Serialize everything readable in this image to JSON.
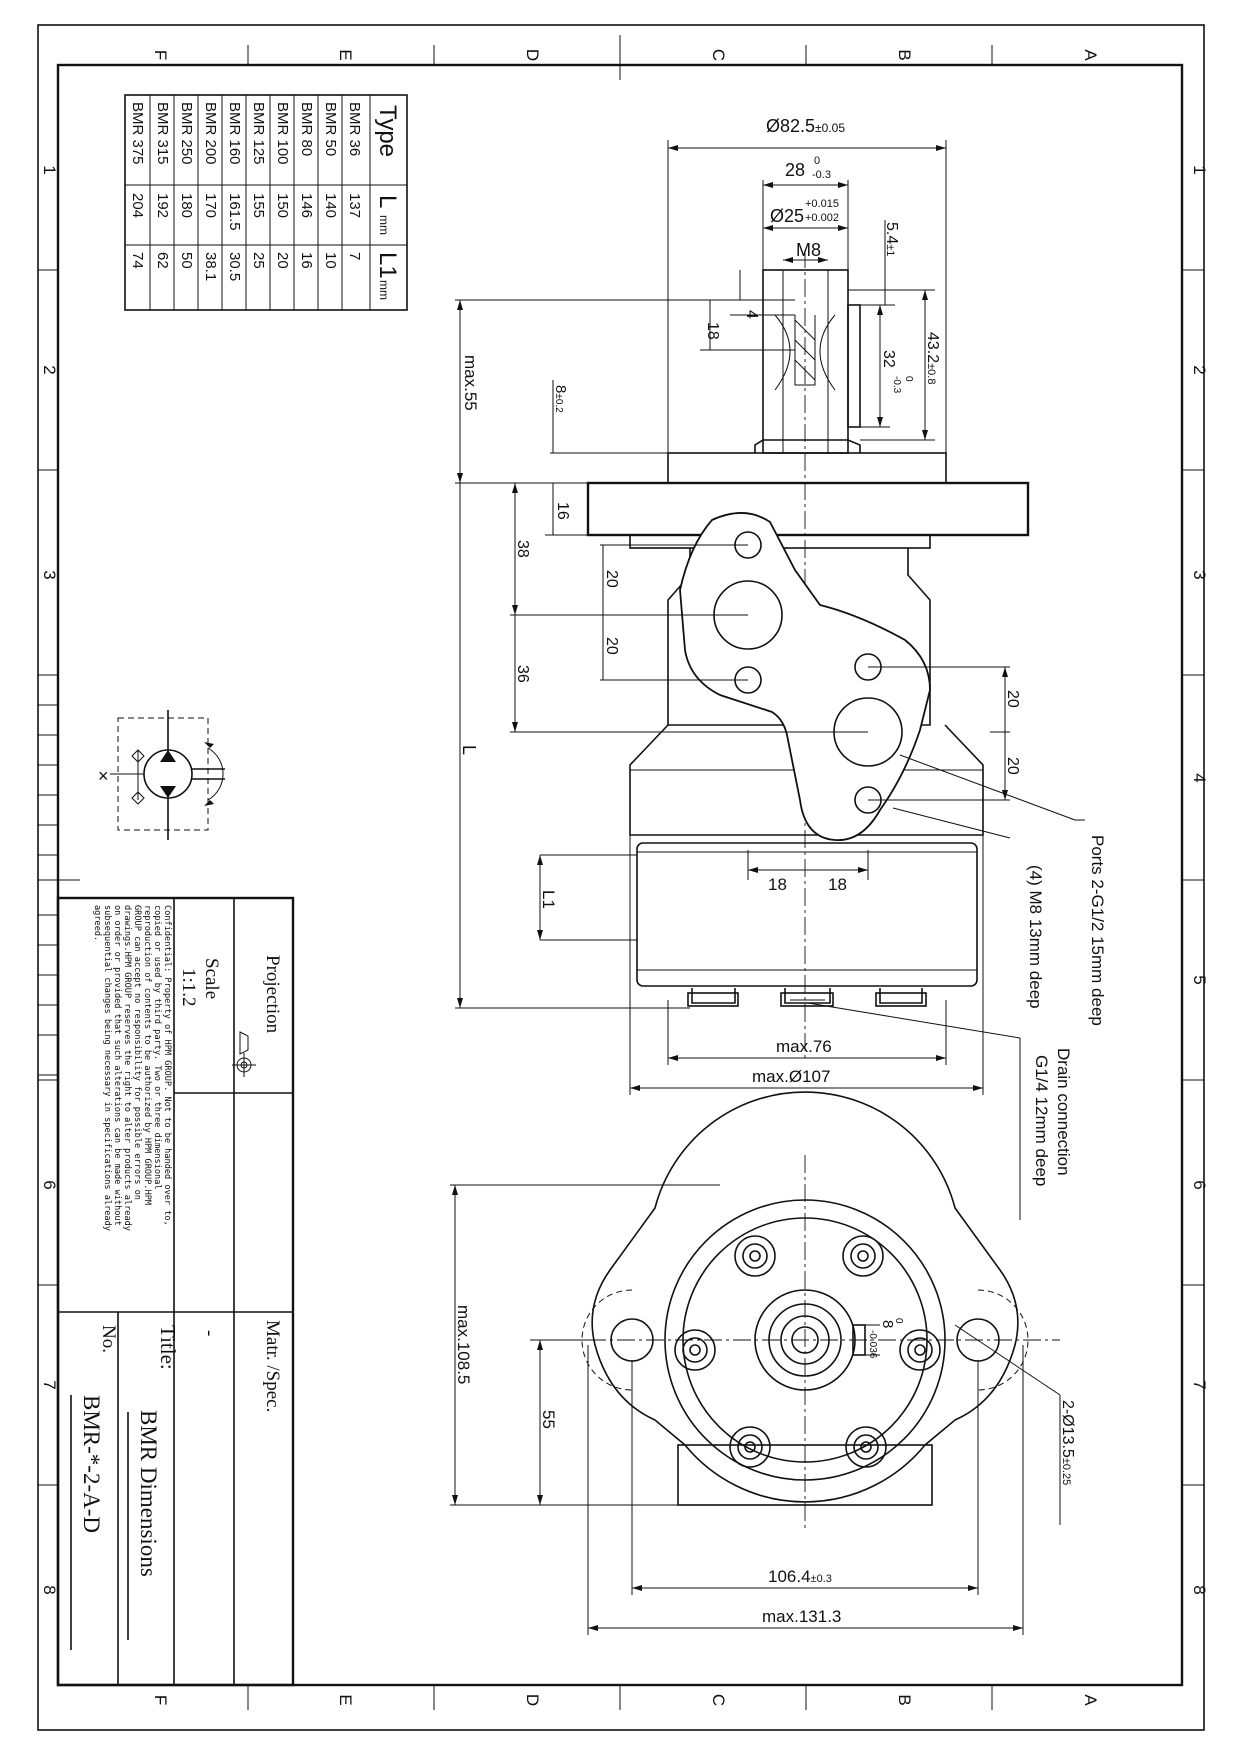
{
  "frame": {
    "zone_letters": [
      "F",
      "E",
      "D",
      "C",
      "B",
      "A"
    ],
    "zone_numbers": [
      "1",
      "2",
      "3",
      "4",
      "5",
      "6",
      "7",
      "8"
    ]
  },
  "type_table": {
    "headers": [
      "Type",
      "L",
      "mm",
      "L1",
      "mm"
    ],
    "rows": [
      [
        "BMR 36",
        "137",
        "7"
      ],
      [
        "BMR 50",
        "140",
        "10"
      ],
      [
        "BMR 80",
        "146",
        "16"
      ],
      [
        "BMR 100",
        "150",
        "20"
      ],
      [
        "BMR 125",
        "155",
        "25"
      ],
      [
        "BMR 160",
        "161.5",
        "30.5"
      ],
      [
        "BMR 200",
        "170",
        "38.1"
      ],
      [
        "BMR 250",
        "180",
        "50"
      ],
      [
        "BMR 315",
        "192",
        "62"
      ],
      [
        "BMR 375",
        "204",
        "74"
      ]
    ]
  },
  "dims_side": {
    "d_flange": "Ø82.5",
    "d_flange_tol": "±0.05",
    "key_w": "28",
    "key_w_tol_up": "0",
    "key_w_tol_lo": "-0.3",
    "shaft_d": "Ø25",
    "shaft_tol_up": "+0.015",
    "shaft_tol_lo": "+0.002",
    "thread": "M8",
    "d_5_4": "5.4",
    "d_5_4_tol": "±1",
    "d_4": "4",
    "d_18v": "18",
    "d_43_2": "43.2",
    "d_43_2_tol": "±0.8",
    "d_32": "32",
    "d_32_tol_up": "0",
    "d_32_tol_lo": "-0.3",
    "max55": "max.55",
    "d_8": "8",
    "d_8_tol": "±0.2",
    "d_16": "16",
    "d_38": "38",
    "d_20a": "20",
    "d_20b": "20",
    "d_36": "36",
    "d_L": "L",
    "d_20c": "20",
    "d_20d": "20",
    "d_L1": "L1",
    "d_18a": "18",
    "d_18b": "18",
    "max76": "max.76",
    "max107": "max.Ø107",
    "note_ports": "Ports 2-G1/2 15mm deep",
    "note_m8": "(4) M8 13mm deep",
    "note_drain1": "Drain connection",
    "note_drain2": "G1/4 12mm deep"
  },
  "dims_front": {
    "max108": "max.108.5",
    "d_55": "55",
    "d_8key": "8",
    "d_8key_up": "0",
    "d_8key_lo": "-0.036",
    "holes": "2-Ø13.5",
    "holes_tol": "±0.25",
    "d_106": "106.4",
    "d_106_tol": "±0.3",
    "max131": "max.131.3"
  },
  "title_block": {
    "projection_label": "Projection",
    "scale_label": "Scale",
    "scale_value": "1:1.2",
    "matr_label": "Matr. /Spec.",
    "matr_value": "-",
    "title_label": "Title:",
    "title_value": "BMR  Dimensions",
    "no_label": "No.",
    "no_value": "BMR-*-2-A-D",
    "confidential_lines": [
      "Confidential: Property of HPM GROUP. Not to be handed over to,",
      "copied or used by third party. Two or three dimensional",
      "reproduction of contents to be authorized by HPM GROUP.HPM",
      "GROUP can accept no responsibility for possible errors on",
      "drawings.HPM GROUP reserves the right to alter products already",
      "on order or provided that such alterations can be made without",
      "subsequential changes being necessary in specifications already",
      "agreed."
    ]
  },
  "symbol": {
    "port_x": "×"
  }
}
